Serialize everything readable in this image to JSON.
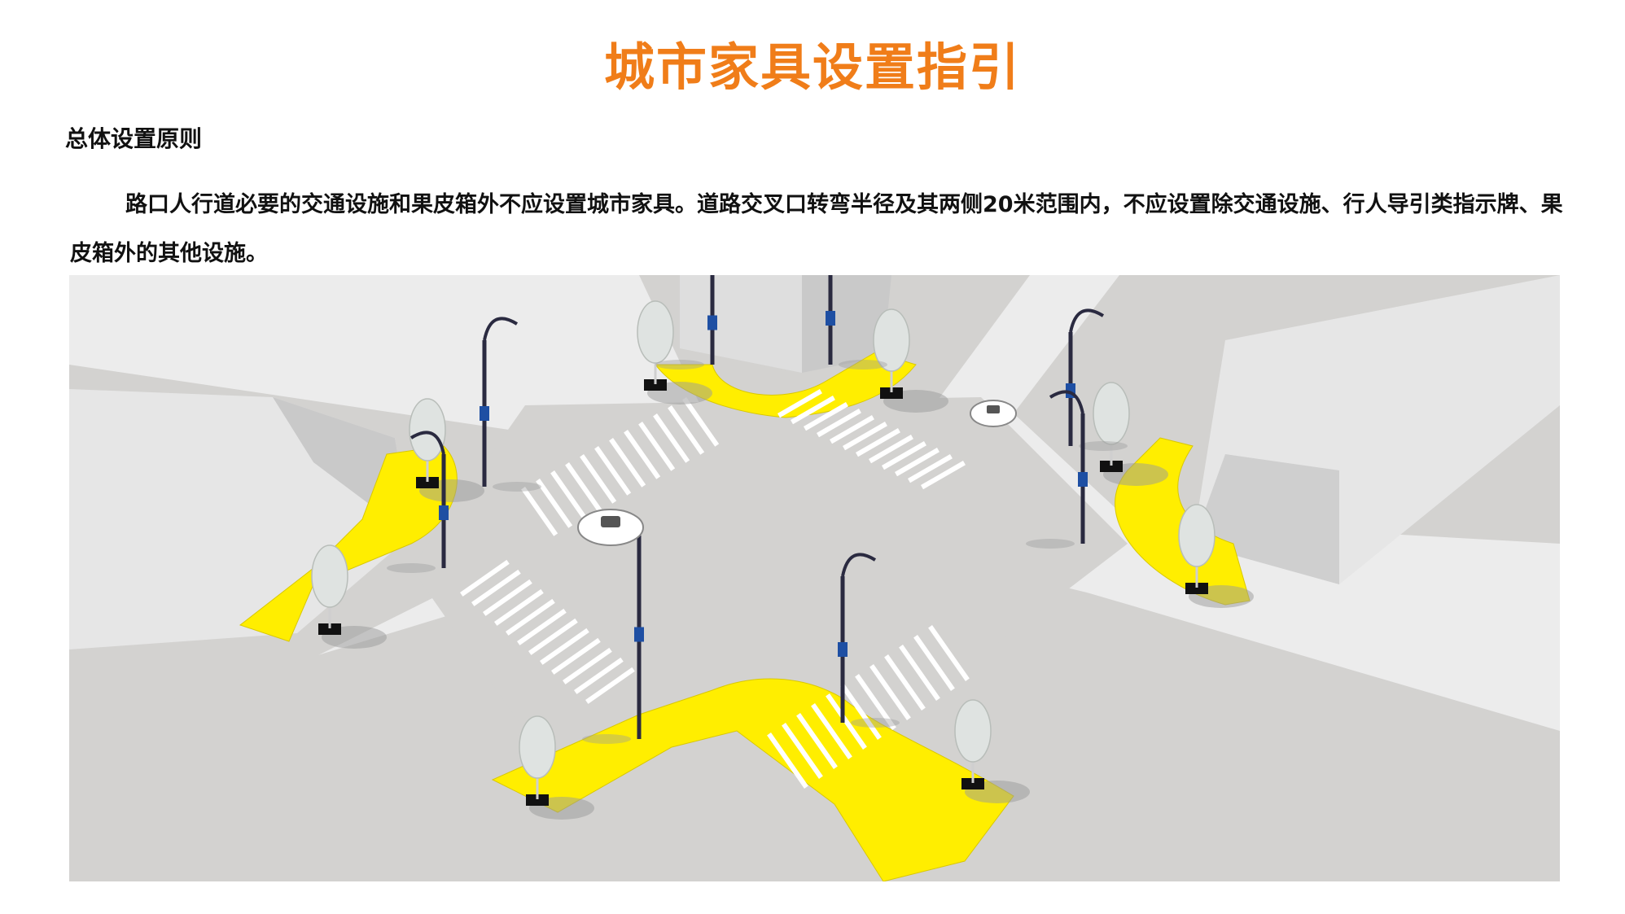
{
  "page": {
    "title": "城市家具设置指引",
    "section_heading": "总体设置原则",
    "paragraph": "路口人行道必要的交通设施和果皮箱外不应设置城市家具。道路交叉口转弯半径及其两侧20米范围内，不应设置除交通设施、行人导引类指示牌、果皮箱外的其他设施。"
  },
  "figure": {
    "depicts": "intersection-furniture-layout",
    "colors": {
      "road": "#d3d2d0",
      "sidewalk": "#ececec",
      "building": "#e6e6e6",
      "building_shade": "#c9c9c9",
      "highlight_zone": "#ffee00",
      "crosswalk": "#ffffff",
      "pole": "#2a2a40",
      "tree": "#dfe3e1",
      "sign": "#1e4fa3"
    }
  }
}
